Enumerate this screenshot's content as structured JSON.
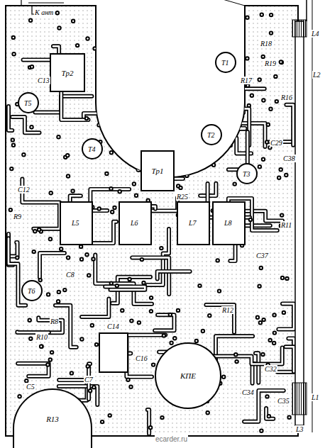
{
  "diagram": {
    "nodes": [
      {
        "text": [
          "Тр2"
        ]
      },
      {
        "text": [
          "Тр1"
        ]
      },
      {
        "text": [
          "КПЕ"
        ]
      },
      {
        "text": [
          "R13"
        ]
      }
    ],
    "labels": [
      "К ант",
      "L4",
      "L2",
      "R19",
      "R18",
      "R17",
      "R16",
      "R25",
      "C13",
      "C12",
      "C29",
      "C38",
      "C37",
      "R11",
      "R12",
      "C8",
      "C5",
      "C7",
      "C14",
      "C16",
      "C32",
      "C35",
      "C34",
      "R9",
      "R10",
      "R8",
      "T1",
      "T2",
      "T3",
      "T4",
      "T5",
      "T6",
      "L1",
      "L3",
      "L5",
      "L6",
      "L7",
      "L8",
      "ecarder.ru"
    ]
  }
}
